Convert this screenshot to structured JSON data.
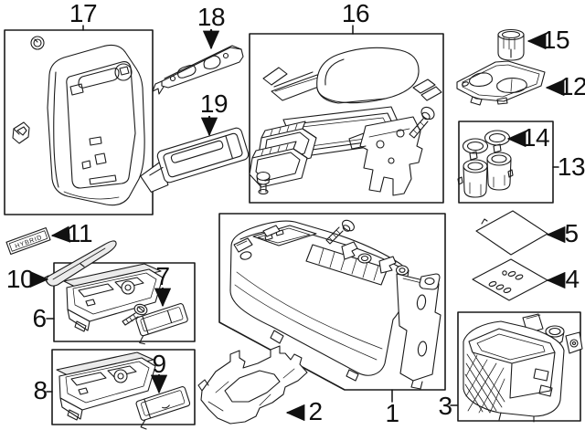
{
  "diagram": {
    "kind": "exploded-parts-diagram",
    "subject": "center console components",
    "background": "#ffffff",
    "line_color": "#1a1a1a",
    "label_color": "#0f0f0f",
    "emblem_text": "HYBRID",
    "callouts": {
      "c1": {
        "num": "1",
        "part": "center-console-assembly"
      },
      "c2": {
        "num": "2",
        "part": "rear-mounting-bracket"
      },
      "c3": {
        "num": "3",
        "part": "lower-console-carrier"
      },
      "c4": {
        "num": "4",
        "part": "console-mat-perforated"
      },
      "c5": {
        "num": "5",
        "part": "console-mat"
      },
      "c6": {
        "num": "6",
        "part": "storage-tray-assembly-front"
      },
      "c7": {
        "num": "7",
        "part": "storage-tray-insert"
      },
      "c8": {
        "num": "8",
        "part": "storage-tray-assembly-rear"
      },
      "c9": {
        "num": "9",
        "part": "storage-tray-lid"
      },
      "c10": {
        "num": "10",
        "part": "console-trim-strip"
      },
      "c11": {
        "num": "11",
        "part": "hybrid-emblem"
      },
      "c12": {
        "num": "12",
        "part": "cup-holder-tray"
      },
      "c13": {
        "num": "13",
        "part": "cup-holder-assembly"
      },
      "c14": {
        "num": "14",
        "part": "cup-holder-retainer-rings"
      },
      "c15": {
        "num": "15",
        "part": "cup-holder-insert"
      },
      "c16": {
        "num": "16",
        "part": "armrest-assembly"
      },
      "c17": {
        "num": "17",
        "part": "rear-trim-panel"
      },
      "c18": {
        "num": "18",
        "part": "upper-trim-plate"
      },
      "c19": {
        "num": "19",
        "part": "rear-trim-bezel"
      }
    }
  }
}
